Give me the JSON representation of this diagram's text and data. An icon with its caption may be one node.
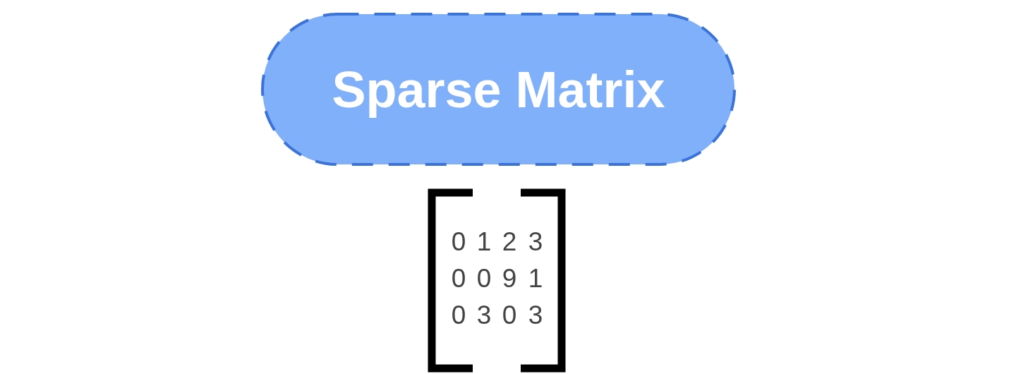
{
  "diagram": {
    "nodes": [
      {
        "text": [
          "Sparse Matrix"
        ]
      }
    ],
    "labels": [
      "0",
      "1",
      "2",
      "3",
      "0",
      "0",
      "9",
      "1",
      "0",
      "3",
      "0",
      "3"
    ]
  }
}
